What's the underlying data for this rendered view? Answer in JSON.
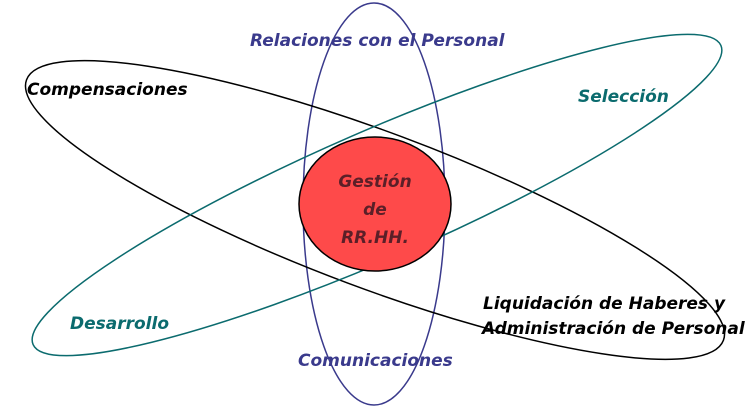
{
  "diagram": {
    "center": {
      "lines": [
        "Gestión",
        "de",
        "RR.HH."
      ],
      "fill_color": "#fe4a4a",
      "text_color": "#5b1f28"
    },
    "labels": {
      "relaciones": "Relaciones con el Personal",
      "compensaciones": "Compensaciones",
      "seleccion": "Selección",
      "desarrollo": "Desarrollo",
      "liquidacion_line1": "Liquidación de Haberes y",
      "liquidacion_line2": "Administración de Personal",
      "comunicaciones": "Comunicaciones"
    },
    "colors": {
      "vertical_orbit": "#3a3a8c",
      "black_orbit": "#000000",
      "teal_orbit": "#0b6b6e"
    }
  }
}
